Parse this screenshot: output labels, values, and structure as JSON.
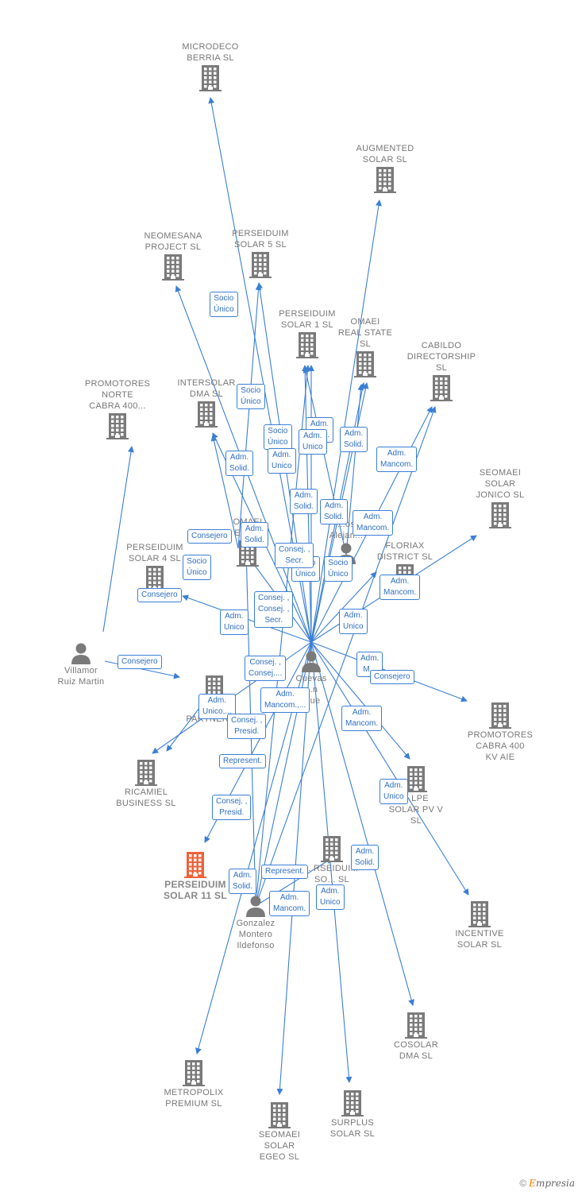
{
  "nodes": [
    {
      "id": "microdeco",
      "kind": "company",
      "label": "MICRODECO\nBERRIA  SL"
    },
    {
      "id": "augmented",
      "kind": "company",
      "label": "AUGMENTED\nSOLAR  SL"
    },
    {
      "id": "neomesana",
      "kind": "company",
      "label": "NEOMESANA\nPROJECT  SL"
    },
    {
      "id": "pers5",
      "kind": "company",
      "label": "PERSEIDUIM\nSOLAR 5  SL"
    },
    {
      "id": "pers1",
      "kind": "company",
      "label": "PERSEIDUIM\nSOLAR 1  SL"
    },
    {
      "id": "omaei_rs",
      "kind": "company",
      "label": "OMAEI\nREAL STATE\nSL"
    },
    {
      "id": "cabildo",
      "kind": "company",
      "label": "CABILDO\nDIRECTORSHIP\nSL"
    },
    {
      "id": "promnorte",
      "kind": "company",
      "label": "PROMOTORES\nNORTE\nCABRA 400..."
    },
    {
      "id": "intersolar",
      "kind": "company",
      "label": "INTERSOLAR\nDMA  SL"
    },
    {
      "id": "seomaei_jonico",
      "kind": "company",
      "label": "SEOMAEI\nSOLAR\nJONICO  SL"
    },
    {
      "id": "omaei_ene",
      "kind": "company",
      "label": "OMAEI\nENE..."
    },
    {
      "id": "carlos",
      "kind": "person",
      "label": "...os\nAlejan..."
    },
    {
      "id": "pers4",
      "kind": "company",
      "label": "PERSEIDUIM\nSOLAR 4  SL"
    },
    {
      "id": "floriax",
      "kind": "company",
      "label": "FLORIAX\nDISTRICT  SL"
    },
    {
      "id": "villamor",
      "kind": "person",
      "label": "Villamor\nRuiz Martin"
    },
    {
      "id": "cuevas",
      "kind": "person",
      "label": "Cuevas\n...n\n...ue"
    },
    {
      "id": "tri",
      "kind": "company",
      "label": "TRI...\nPARTNERS..."
    },
    {
      "id": "promcabra",
      "kind": "company",
      "label": "PROMOTORES\nCABRA 400\nKV AIE"
    },
    {
      "id": "ricamiel",
      "kind": "company",
      "label": "RICAMIEL\nBUSINESS  SL"
    },
    {
      "id": "calpe",
      "kind": "company",
      "label": "...LPE\nSOLAR PV V\nSL"
    },
    {
      "id": "pers11",
      "kind": "company",
      "focus": true,
      "label": "PERSEIDUIM\nSOLAR 11  SL"
    },
    {
      "id": "pers_x",
      "kind": "company",
      "label": "...RSEIDUIM\nSO...  SL"
    },
    {
      "id": "incentive",
      "kind": "company",
      "label": "INCENTIVE\nSOLAR  SL"
    },
    {
      "id": "gonzalez",
      "kind": "person",
      "label": "Gonzalez\nMontero\nIldefonso"
    },
    {
      "id": "cosolar",
      "kind": "company",
      "label": "COSOLAR\nDMA  SL"
    },
    {
      "id": "metropolix",
      "kind": "company",
      "label": "METROPOLIX\nPREMIUM  SL"
    },
    {
      "id": "surplus",
      "kind": "company",
      "label": "SURPLUS\nSOLAR  SL"
    },
    {
      "id": "seomaei_egeo",
      "kind": "company",
      "label": "SEOMAEI\nSOLAR\nEGEO  SL"
    }
  ],
  "edge_labels": [
    "Socio\nÚnico",
    "Socio\nÚnico",
    "Socio\nÚnico",
    "Socio\nÚnico",
    "Socio\nÚnico",
    "Socio\nÚnico",
    "Adm.\nSolid.",
    "Adm.\nUnico",
    "Adm.\nSolid.",
    "Adm.\nUnico",
    "Adm.\nSolid.",
    "Adm.\nMancom.",
    "Adm.\nSolid.",
    "Adm.\nSolid.",
    "Adm.\nMancom.",
    "Consejero",
    "Adm.\nSolid.",
    "Consej. ,\nSecr.",
    "Consejero",
    "Adm.\nMancom.",
    "Consej. ,\nConsej. ,\nSecr.",
    "Adm.\nUnico",
    "Adm.\nUnico",
    "Consejero",
    "Consej. ,\nConsej....",
    "Adm.\nMancom.,...",
    "Adm.\nM...",
    "Consejero",
    "Adm.\nUnico,...",
    "Consej. ,\nPresid.",
    "Adm.\nMancom.",
    "Represent.",
    "Adm.\nUnico",
    "Consej. ,\nPresid.",
    "Adm.\nSolid.",
    "Represent.",
    "Adm.\nSolid.",
    "Adm.\nMancom.",
    "Adm.\nUnico"
  ],
  "credit": {
    "symbol": "©",
    "brand_initial": "E",
    "brand_rest": "mpresia"
  },
  "colors": {
    "edge": "#3a7fd5",
    "icon": "#7a7a7a",
    "focus": "#f0623a",
    "tag_border": "#3a7fd5",
    "tag_text": "#2f6fc4"
  }
}
